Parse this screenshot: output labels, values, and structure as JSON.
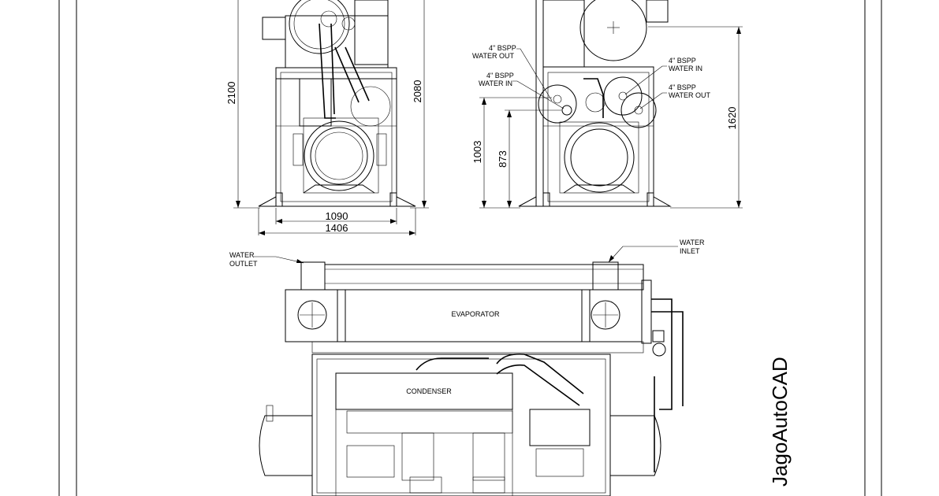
{
  "dimensions": {
    "height_total": "2100",
    "height_frame": "2080",
    "width_inner": "1090",
    "width_outer": "1406",
    "height_water_in": "1003",
    "height_water_out": "873",
    "height_right": "1620"
  },
  "callouts": {
    "side_water_out": [
      "4\" BSPP",
      "WATER OUT"
    ],
    "side_water_in": [
      "4\" BSPP",
      "WATER IN"
    ],
    "right_water_in": [
      "4\" BSPP",
      "WATER IN"
    ],
    "right_water_out": [
      "4\" BSPP",
      "WATER OUT"
    ],
    "plan_water_outlet": [
      "WATER",
      "OUTLET"
    ],
    "plan_water_inlet": [
      "WATER",
      "INLET"
    ]
  },
  "components": {
    "evaporator": "EVAPORATOR",
    "condenser": "CONDENSER"
  },
  "watermark": "JagoAutoCAD"
}
